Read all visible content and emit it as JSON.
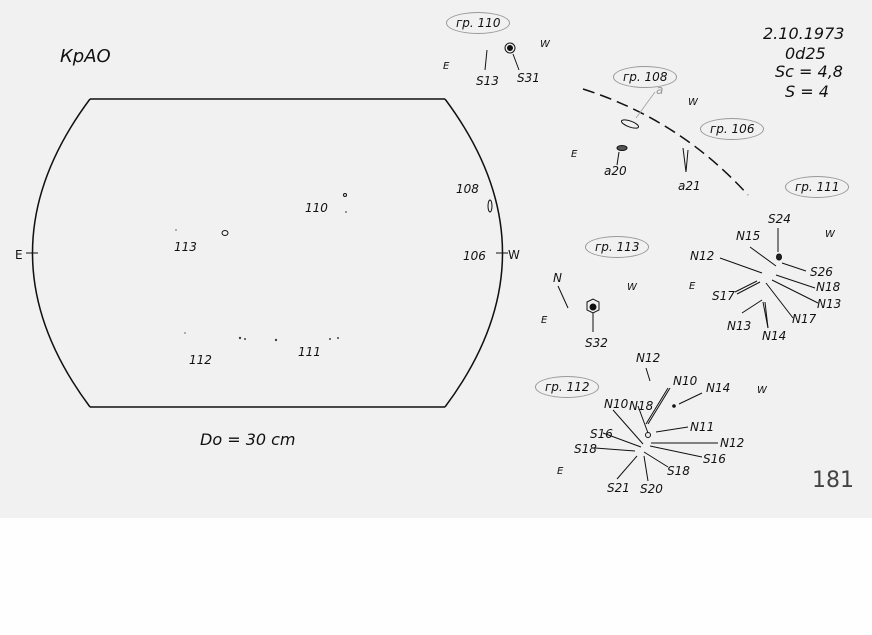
{
  "observatory": "КрАО",
  "header": {
    "date": "2.10.1973",
    "time": "0d25",
    "sc": "Sc = 4,8",
    "s": "S = 4"
  },
  "page_number": "181",
  "disk": {
    "east_label": "E",
    "west_label": "W",
    "diameter_note": "Dо = 30 cm",
    "group_labels": [
      "110",
      "108",
      "113",
      "106",
      "112",
      "111"
    ]
  },
  "groups": {
    "g110": {
      "title": "гр. 110",
      "east": "E",
      "west": "W",
      "spots": [
        "S13",
        "S31"
      ]
    },
    "g108": {
      "title": "гр. 108",
      "east": "E",
      "west": "W",
      "spots": [
        "a",
        "a20"
      ]
    },
    "g106": {
      "title": "гр. 106",
      "spots": [
        "a21"
      ]
    },
    "g111": {
      "title": "гр. 111",
      "east": "E",
      "west": "W",
      "spots": [
        "S24",
        "N15",
        "N12",
        "S26",
        "N18",
        "S17",
        "N13",
        "N17",
        "N13",
        "N14"
      ]
    },
    "g113": {
      "title": "гр. 113",
      "east": "E",
      "west": "W",
      "spots": [
        "N",
        "S32"
      ]
    },
    "g112": {
      "title": "гр. 112",
      "east": "E",
      "west": "W",
      "spots": [
        "N12",
        "N10",
        "N14",
        "N10",
        "N18",
        "N11",
        "N12",
        "S16",
        "S18",
        "S16",
        "S18",
        "S21",
        "S20"
      ]
    }
  }
}
